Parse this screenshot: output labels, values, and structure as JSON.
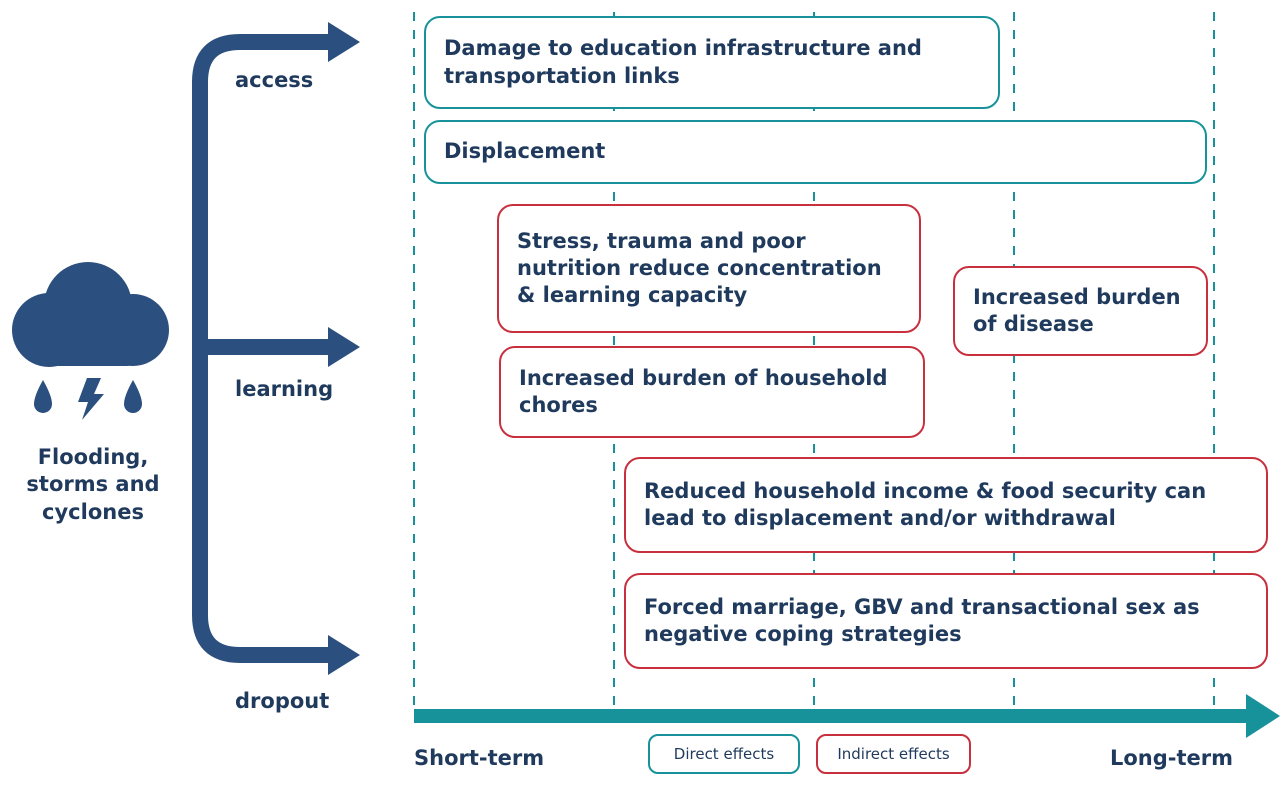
{
  "colors": {
    "navy": "#2b4f7e",
    "teal": "#17929a",
    "red": "#c8303e",
    "text": "#1f3a5c"
  },
  "hazard": {
    "icon": "storm-cloud-icon",
    "label": "Flooding, storms and cyclones"
  },
  "branches": {
    "access": "access",
    "learning": "learning",
    "dropout": "dropout"
  },
  "effects": [
    {
      "id": "infrastructure",
      "kind": "direct",
      "text": "Damage to education infrastructure and transportation links"
    },
    {
      "id": "displacement",
      "kind": "direct",
      "text": "Displacement"
    },
    {
      "id": "stress",
      "kind": "indirect",
      "text": "Stress, trauma and poor nutrition reduce concentration & learning capacity"
    },
    {
      "id": "disease",
      "kind": "indirect",
      "text": "Increased burden of disease"
    },
    {
      "id": "chores",
      "kind": "indirect",
      "text": "Increased burden of household chores"
    },
    {
      "id": "income",
      "kind": "indirect",
      "text": "Reduced household income & food security can lead to displacement and/or withdrawal"
    },
    {
      "id": "coping",
      "kind": "indirect",
      "text": "Forced marriage, GBV and transactional sex as negative coping strategies"
    }
  ],
  "timeline": {
    "start_label": "Short-term",
    "end_label": "Long-term"
  },
  "legend": {
    "direct": "Direct effects",
    "indirect": "Indirect effects"
  }
}
